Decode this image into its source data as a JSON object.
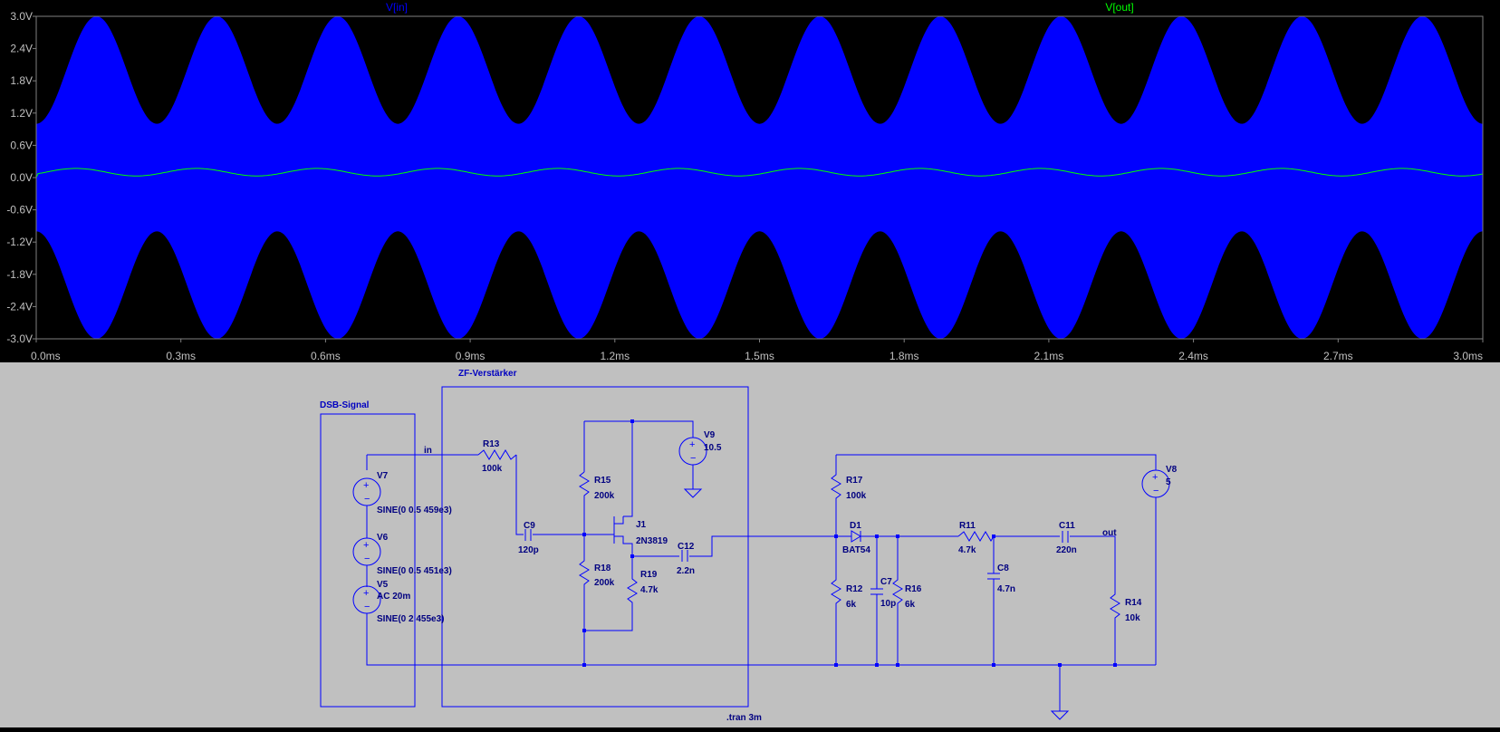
{
  "waveform": {
    "traces": [
      {
        "name": "V[in]",
        "color": "#0000ff"
      },
      {
        "name": "V[out]",
        "color": "#00ff00"
      }
    ],
    "y_ticks": [
      "3.0V",
      "2.4V",
      "1.8V",
      "1.2V",
      "0.6V",
      "0.0V",
      "-0.6V",
      "-1.2V",
      "-1.8V",
      "-2.4V",
      "-3.0V"
    ],
    "x_ticks": [
      "0.0ms",
      "0.3ms",
      "0.6ms",
      "0.9ms",
      "1.2ms",
      "1.5ms",
      "1.8ms",
      "2.1ms",
      "2.4ms",
      "2.7ms",
      "3.0ms"
    ],
    "colors": {
      "background": "#000000",
      "grid": "#808080",
      "axis_text": "#c0c0c0"
    }
  },
  "chart_data": {
    "type": "line",
    "title": "",
    "xlabel": "",
    "ylabel": "",
    "xlim": [
      0,
      3
    ],
    "x_unit": "ms",
    "ylim": [
      -3,
      3
    ],
    "y_unit": "V",
    "grid": false,
    "legend": "top",
    "series": [
      {
        "name": "V[in]",
        "color": "#0000ff",
        "description_values": {
          "peak_envelope_max": 3.0,
          "peak_envelope_min": 1.0,
          "envelope_period_ms": 0.25,
          "carrier_kHz": 455
        }
      },
      {
        "name": "V[out]",
        "color": "#00ff00",
        "description_values": {
          "offset": 0.1,
          "amplitude": 0.07,
          "period_ms": 0.25
        }
      }
    ]
  },
  "schematic": {
    "boxes": [
      {
        "label": "DSB-Signal"
      },
      {
        "label": "ZF-Verstärker"
      }
    ],
    "components": {
      "V7": {
        "name": "V7",
        "value": "SINE(0 0.5 459e3)"
      },
      "V6": {
        "name": "V6",
        "value": "SINE(0 0.5 451e3)"
      },
      "V5": {
        "name": "V5",
        "value": "AC 20m",
        "value2": "SINE(0 2 455e3)"
      },
      "R13": {
        "name": "R13",
        "value": "100k"
      },
      "C9": {
        "name": "C9",
        "value": "120p"
      },
      "R15": {
        "name": "R15",
        "value": "200k"
      },
      "R18": {
        "name": "R18",
        "value": "200k"
      },
      "J1": {
        "name": "J1",
        "value": "2N3819"
      },
      "R19": {
        "name": "R19",
        "value": "4.7k"
      },
      "C12": {
        "name": "C12",
        "value": "2.2n"
      },
      "V9": {
        "name": "V9",
        "value": "10.5"
      },
      "R17": {
        "name": "R17",
        "value": "100k"
      },
      "R12": {
        "name": "R12",
        "value": "6k"
      },
      "D1": {
        "name": "D1",
        "value": "BAT54"
      },
      "C7": {
        "name": "C7",
        "value": "10p"
      },
      "R16": {
        "name": "R16",
        "value": "6k"
      },
      "R11": {
        "name": "R11",
        "value": "4.7k"
      },
      "C8": {
        "name": "C8",
        "value": "4.7n"
      },
      "C11": {
        "name": "C11",
        "value": "220n"
      },
      "R14": {
        "name": "R14",
        "value": "10k"
      },
      "V8": {
        "name": "V8",
        "value": "5"
      }
    },
    "net_labels": {
      "in": "in",
      "out": "out"
    },
    "directive": ".tran 3m",
    "colors": {
      "background": "#c0c0c0",
      "wire": "#0000ff",
      "text": "#000080"
    }
  }
}
